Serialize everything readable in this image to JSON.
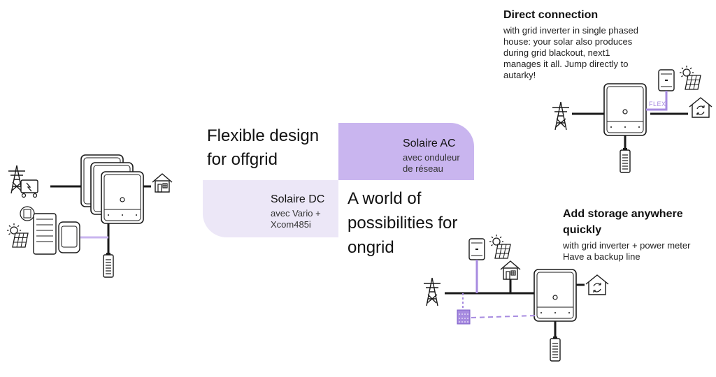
{
  "headings": {
    "offgrid_line1": "Flexible design",
    "offgrid_line2": "for offgrid",
    "ongrid_line1": "A world of",
    "ongrid_line2": "possibilities for",
    "ongrid_line3": "ongrid"
  },
  "cards": {
    "dc": {
      "title": "Solaire DC",
      "line1": "avec Vario +",
      "line2": "Xcom485i"
    },
    "ac": {
      "title": "Solaire AC",
      "line1": "avec onduleur",
      "line2": "de réseau"
    }
  },
  "notes": {
    "direct": {
      "title": "Direct connection",
      "lines": [
        "with grid inverter in single phased",
        "house: your solar also produces",
        "during grid blackout, next1",
        "manages it all. Jump directly to",
        "autarky!"
      ]
    },
    "storage": {
      "title_line1": "Add storage anywhere",
      "title_line2": "quickly",
      "lines": [
        "with grid inverter + power meter",
        "Have a backup line"
      ]
    }
  },
  "labels": {
    "flex": "FLEX"
  },
  "colors": {
    "accent_light": "#ece7f7",
    "accent_medium": "#c9b5ef",
    "accent_line": "#a78be0",
    "ink": "#1a1a1a"
  },
  "icons": [
    "pylon-icon",
    "generator-icon",
    "house-icon",
    "smart-house-icon",
    "solar-panel-icon",
    "battery-icon",
    "inverter-icon",
    "power-meter-icon"
  ]
}
